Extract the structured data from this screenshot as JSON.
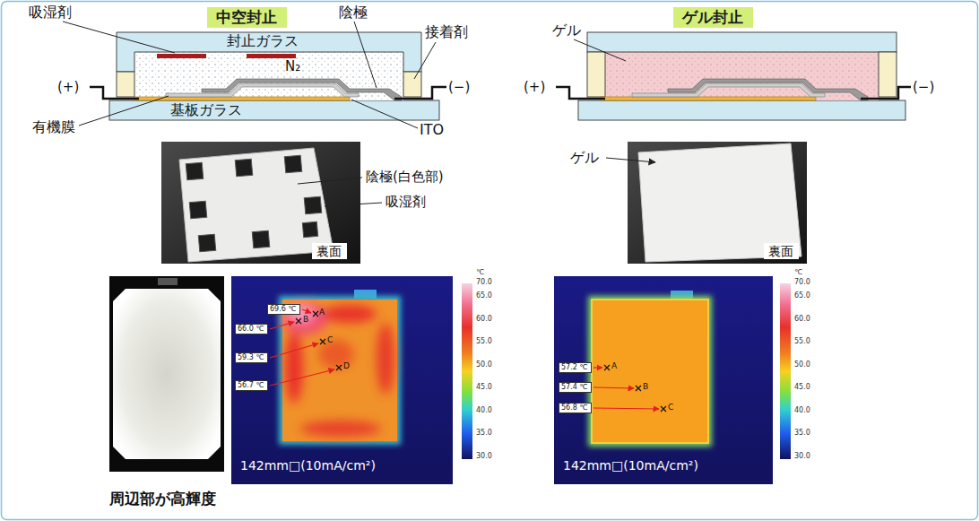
{
  "diagram": {
    "nodes": [
      {
        "text": [
          "中空封止"
        ]
      },
      {
        "text": [
          "ゲル封止"
        ]
      },
      {
        "text": [
          "裏面"
        ]
      },
      {
        "text": [
          "裏面"
        ]
      },
      {
        "text": [
          "69.6 ℃"
        ]
      },
      {
        "text": [
          "66.0 ℃"
        ]
      },
      {
        "text": [
          "59.3 ℃"
        ]
      },
      {
        "text": [
          "56.7 ℃"
        ]
      },
      {
        "text": [
          "57.2 ℃"
        ]
      },
      {
        "text": [
          "57.4 ℃"
        ]
      },
      {
        "text": [
          "56.8 ℃"
        ]
      }
    ],
    "labels": [
      "吸湿剤",
      "陰極",
      "封止ガラス",
      "接着剤",
      "(+)",
      "N₂",
      "(−)",
      "基板ガラス",
      "有機膜",
      "ITO",
      "陰極(白色部)",
      "吸湿剤",
      "ゲル",
      "(+)",
      "(−)",
      "ゲル",
      "周辺部が高輝度",
      "A",
      "B",
      "C",
      "D",
      "142mm□(10mA/cm²)",
      "℃",
      "70.0",
      "65.0",
      "60.0",
      "55.0",
      "50.0",
      "45.0",
      "40.0",
      "35.0",
      "30.0",
      "A",
      "B",
      "C",
      "142mm□(10mA/cm²)",
      "℃",
      "70.0",
      "65.0",
      "60.0",
      "55.0",
      "50.0",
      "45.0",
      "40.0",
      "35.0",
      "30.0"
    ]
  }
}
